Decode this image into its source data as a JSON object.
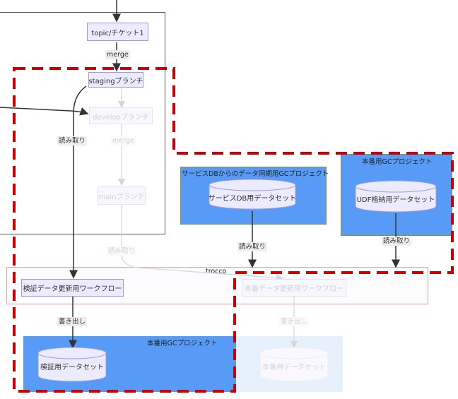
{
  "nodes": {
    "topic_branch": "topic/チケット1",
    "staging_branch": "stagingブランチ",
    "develop_branch": "developブランチ",
    "main_branch": "mainブランチ",
    "verify_workflow": "検証データ更新用ワークフロー",
    "prod_workflow": "本番データ更新用ワークフロー",
    "service_dataset": "サービスDB用データセット",
    "udf_dataset": "UDF格納用データセット",
    "verify_dataset": "検証用データセット",
    "prod_dataset": "本番用データセット"
  },
  "clusters": {
    "service_db_project": "サービスDBからのデータ同期用GCプロジェクト",
    "prod_project_udf": "本番用GCプロジェクト",
    "trocco": "trocco",
    "prod_project_verify": "本番用GCプロジェクト"
  },
  "edge_labels": {
    "merge_topic_staging": "merge",
    "read_staging_verify": "読み取り",
    "merge_develop_main": "merge",
    "read_main_prod": "読み取り",
    "read_service": "読み取り",
    "read_udf": "読み取り",
    "write_verify": "書き出し",
    "write_prod": "書き出し"
  },
  "colors": {
    "node_fill": "#ecebfd",
    "node_border": "#9f99e4",
    "cluster_blue": "#579bf6",
    "cluster_border_green": "#7d9a3c",
    "trocco_border": "#ff9e9e",
    "highlight_dashed": "#cc0000",
    "edge_dark": "#333333",
    "edge_faded": "#d9d9d9"
  }
}
